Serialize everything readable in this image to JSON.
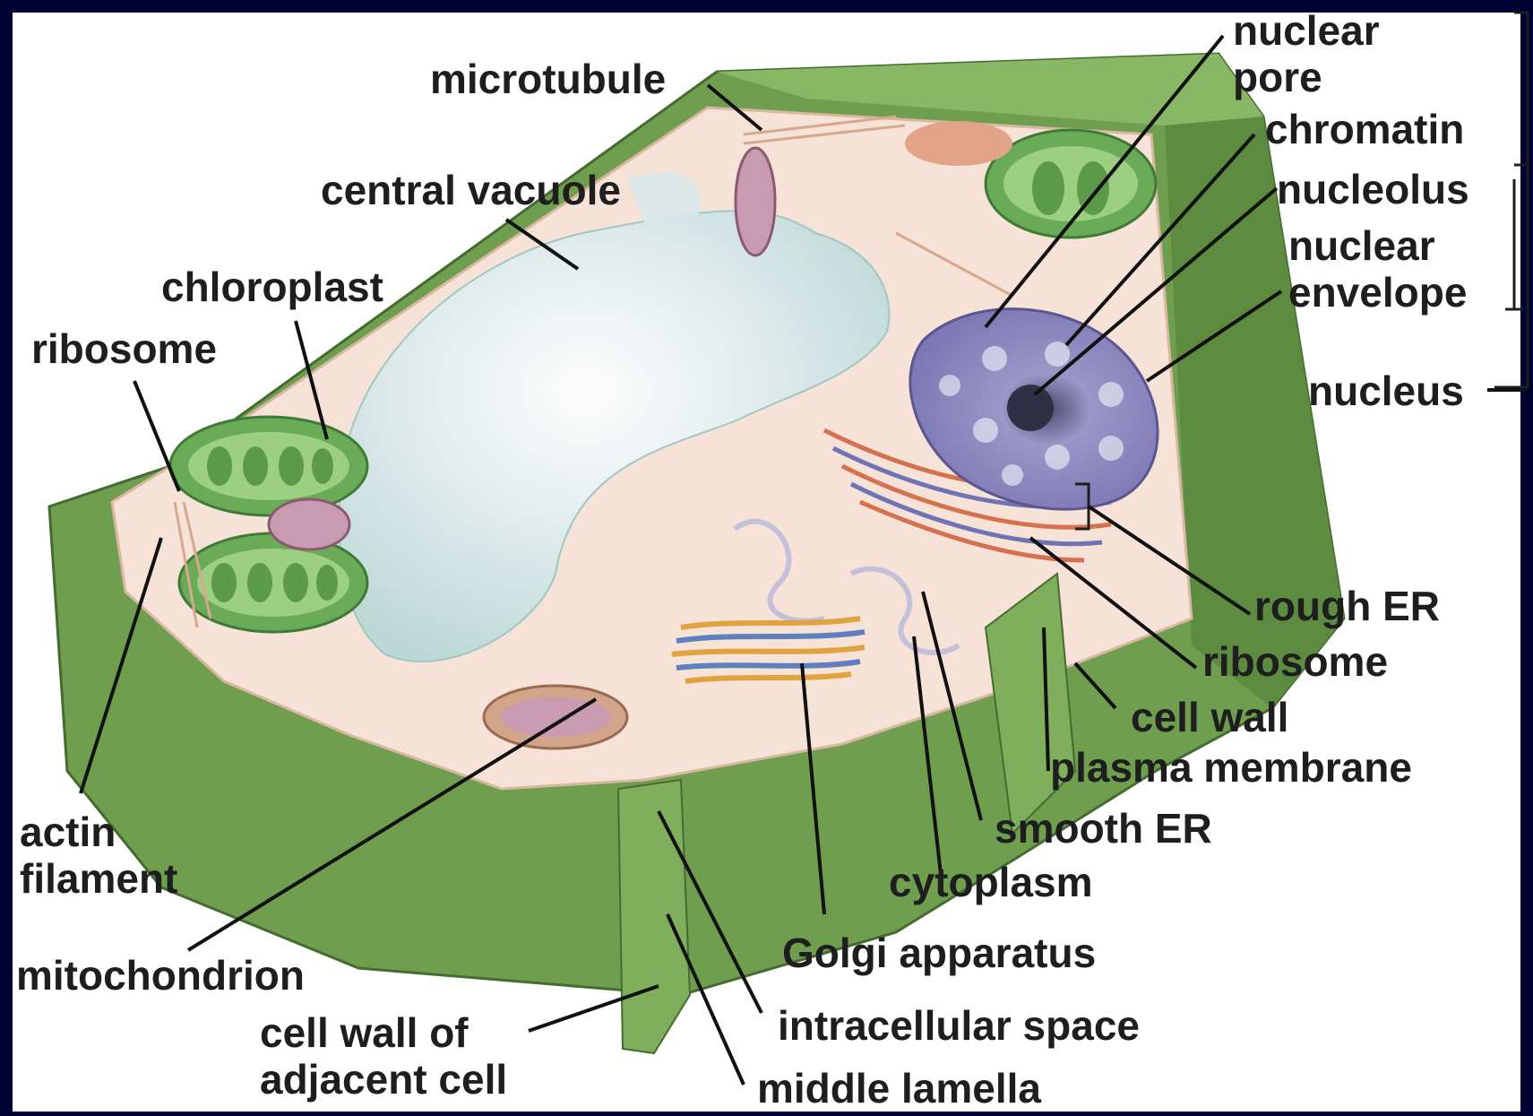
{
  "figure": {
    "background_color": "#000033",
    "panel_color": "#ffffff",
    "wall_color": "#6f9f4e",
    "cytoplasm_color": "#f6e2d6",
    "nucleus_color": "#8a86c2",
    "chloroplast_color": "#5f9f4f"
  },
  "labels": {
    "microtubule": "microtubule",
    "central_vacuole": "central vacuole",
    "chloroplast": "chloroplast",
    "ribosome_left": "ribosome",
    "actin_line1": "actin",
    "actin_line2": "filament",
    "mitochondrion": "mitochondrion",
    "cell_wall_adj_line1": "cell wall of",
    "cell_wall_adj_line2": "adjacent cell",
    "middle_lamella": "middle lamella",
    "intracellular_space": "intracellular space",
    "golgi": "Golgi apparatus",
    "cytoplasm": "cytoplasm",
    "smooth_er": "smooth ER",
    "plasma_membrane": "plasma membrane",
    "cell_wall": "cell wall",
    "ribosome_right": "ribosome",
    "rough_er": "rough ER",
    "nucleus": "nucleus",
    "nuclear_pore_line1": "nuclear",
    "nuclear_pore_line2": "pore",
    "chromatin": "chromatin",
    "nucleolus": "nucleolus",
    "nuclear_envelope_line1": "nuclear",
    "nuclear_envelope_line2": "envelope"
  }
}
